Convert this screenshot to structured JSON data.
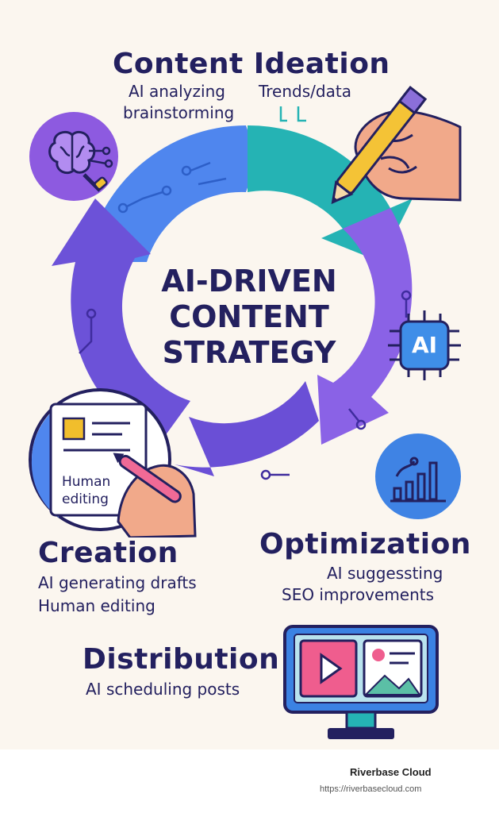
{
  "ideation": {
    "title": "Content Ideation",
    "line1": "AI analyzing",
    "line2": "brainstorming",
    "trends": "Trends/data"
  },
  "center": {
    "line1": "AI-DRIVEN",
    "line2": "CONTENT",
    "line3": "STRATEGY"
  },
  "chip_label": "AI",
  "document_caption": {
    "line1": "Human",
    "line2": "editing"
  },
  "creation": {
    "title": "Creation",
    "line1": "AI generating drafts",
    "line2": "Human editing"
  },
  "optimization": {
    "title": "Optimization",
    "line1": "AI suggessting",
    "line2": "SEO improvements"
  },
  "distribution": {
    "title": "Distribution",
    "line1": "AI scheduling posts"
  },
  "footer": {
    "brand": "Riverbase Cloud",
    "url": "https://riverbasecloud.com"
  },
  "colors": {
    "background": "#fbf6ef",
    "navy": "#23205f",
    "blue": "#4f86ee",
    "teal": "#25b3b4",
    "purple": "#8258e0",
    "violet": "#6d4fd8"
  },
  "icons": {
    "brain": "brain-circuit-icon",
    "pencil": "pencil-hand-icon",
    "chip": "ai-chip-icon",
    "analytics": "bar-chart-icon",
    "document": "document-edit-icon",
    "monitor": "media-monitor-icon"
  }
}
